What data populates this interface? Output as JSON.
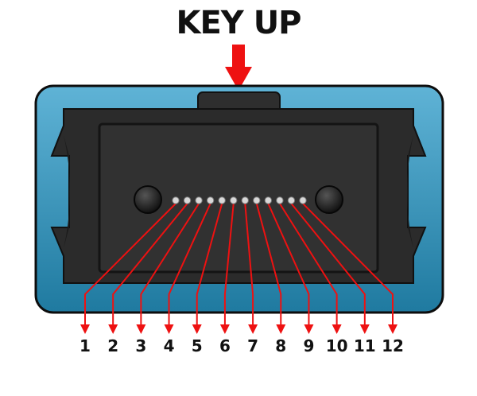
{
  "title": "KEY UP",
  "colors": {
    "housing_top": "#5fb3d6",
    "housing_bottom": "#1f7aa0",
    "body": "#2b2b2b",
    "arrow": "#ee1111",
    "fiber": "#d8d8d8"
  },
  "fibers": [
    {
      "label": "1"
    },
    {
      "label": "2"
    },
    {
      "label": "3"
    },
    {
      "label": "4"
    },
    {
      "label": "5"
    },
    {
      "label": "6"
    },
    {
      "label": "7"
    },
    {
      "label": "8"
    },
    {
      "label": "9"
    },
    {
      "label": "10"
    },
    {
      "label": "11"
    },
    {
      "label": "12"
    }
  ]
}
